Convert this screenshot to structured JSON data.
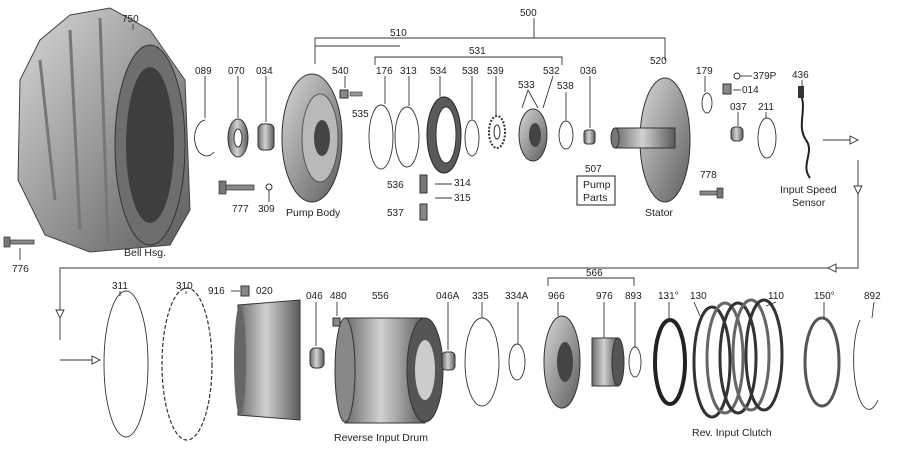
{
  "parts": {
    "p750": "750",
    "p089": "089",
    "p070": "070",
    "p034": "034",
    "p540": "540",
    "p535": "535",
    "p510": "510",
    "p500": "500",
    "p531": "531",
    "p176": "176",
    "p313": "313",
    "p534": "534",
    "p538a": "538",
    "p539": "539",
    "p533": "533",
    "p532": "532",
    "p538b": "538",
    "p036": "036",
    "p520": "520",
    "p179": "179",
    "p379P": "379P",
    "p014": "014",
    "p436": "436",
    "p037": "037",
    "p211": "211",
    "p778": "778",
    "p777": "777",
    "p309": "309",
    "p536": "536",
    "p314": "314",
    "p315": "315",
    "p537": "537",
    "p507": "507",
    "p776": "776",
    "p311": "311",
    "p310": "310",
    "p916": "916",
    "p020": "020",
    "p046": "046",
    "p480": "480",
    "p556": "556",
    "p046A": "046A",
    "p335": "335",
    "p334A": "334A",
    "p566": "566",
    "p966": "966",
    "p976": "976",
    "p893": "893",
    "p131": "131°",
    "p130": "130",
    "p110": "110",
    "p150": "150°",
    "p892": "892"
  },
  "captions": {
    "bell": "Bell Hsg.",
    "pump_body": "Pump Body",
    "pump_parts_1": "Pump",
    "pump_parts_2": "Parts",
    "stator": "Stator",
    "sensor_1": "Input Speed",
    "sensor_2": "Sensor",
    "reverse_drum": "Reverse Input Drum",
    "rev_clutch": "Rev. Input Clutch"
  }
}
